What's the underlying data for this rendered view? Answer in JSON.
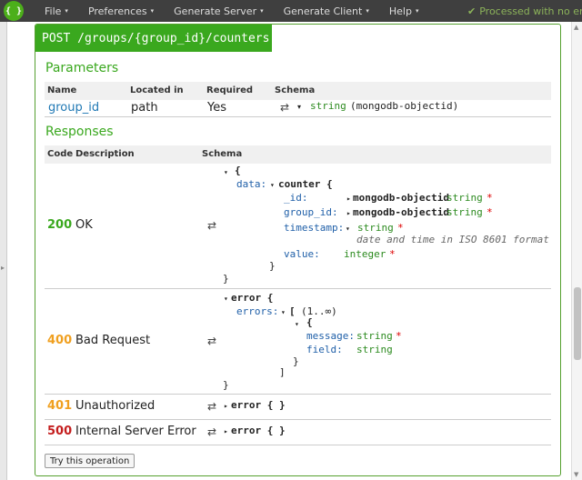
{
  "topbar": {
    "logo": "{ }",
    "menu": [
      {
        "label": "File"
      },
      {
        "label": "Preferences"
      },
      {
        "label": "Generate Server"
      },
      {
        "label": "Generate Client"
      },
      {
        "label": "Help"
      }
    ],
    "status": "Processed with no error"
  },
  "operation": {
    "title": "POST /groups/{group_id}/counters"
  },
  "parameters": {
    "title": "Parameters",
    "headers": {
      "name": "Name",
      "located_in": "Located in",
      "required": "Required",
      "schema": "Schema"
    },
    "rows": [
      {
        "name": "group_id",
        "located_in": "path",
        "required": "Yes",
        "type": "string",
        "format": "(mongodb-objectid)"
      }
    ]
  },
  "responses": {
    "title": "Responses",
    "headers": {
      "code": "Code",
      "description": "Description",
      "schema": "Schema"
    },
    "r200": {
      "code": "200",
      "description": "OK",
      "open_brace": "{",
      "data_key": "data:",
      "counter_name": "counter {",
      "id_key": "_id:",
      "id_ref": "mongodb-objectid",
      "id_type": "string",
      "group_key": "group_id:",
      "group_ref": "mongodb-objectid",
      "group_type": "string",
      "ts_key": "timestamp:",
      "ts_type": "string",
      "ts_desc": "date and time in ISO 8601 format",
      "value_key": "value:",
      "value_type": "integer",
      "close_inner": "}",
      "close_outer": "}",
      "required_mark": "*"
    },
    "r400": {
      "code": "400",
      "description": "Bad Request",
      "error_name": "error {",
      "errors_key": "errors:",
      "array_open": "[",
      "range": "(1..∞)",
      "obj_open": "{",
      "message_key": "message:",
      "message_type": "string",
      "field_key": "field:",
      "field_type": "string",
      "obj_close": "}",
      "array_close": "]",
      "close": "}",
      "required_mark": "*"
    },
    "r401": {
      "code": "401",
      "description": "Unauthorized",
      "schema": "error { }"
    },
    "r500": {
      "code": "500",
      "description": "Internal Server Error",
      "schema": "error { }"
    }
  },
  "try_button": "Try this operation",
  "icons": {
    "caret": "▾",
    "arrows": "⇄",
    "collapse": "▾",
    "expand": "▸",
    "check": "✔"
  },
  "colors": {
    "accent": "#3aa81e",
    "code_ok": "#3aa81e",
    "code_client_error": "#f0a020",
    "code_server_error": "#c41e1e",
    "topbar": "#3f3f3f"
  }
}
